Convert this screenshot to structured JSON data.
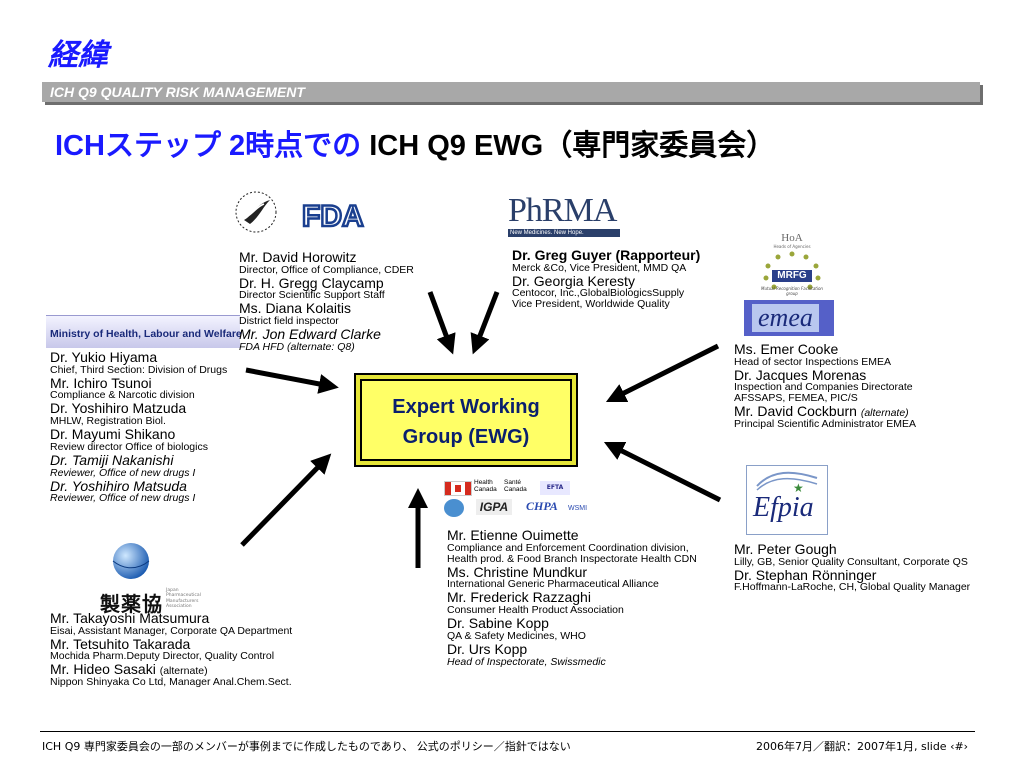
{
  "header": {
    "kanji_title": "経緯",
    "banner": "ICH Q9 QUALITY RISK MANAGEMENT",
    "title_blue": "ICHステップ 2時点での",
    "title_black": "ICH Q9 EWG（専門家委員会）"
  },
  "center": {
    "line1": "Expert Working",
    "line2": "Group (EWG)"
  },
  "logos": {
    "fda": "FDA",
    "phrma": "PhRMA",
    "phrma_tagline": "New Medicines. New Hope.",
    "mhlw": "Ministry of Health, Labour and Welfare",
    "jpma": "製薬協",
    "jpma_small": "Japan Pharmaceutical Manufacturers Association",
    "hoa": "HoA",
    "hoa_small": "Heads of Agencies",
    "mrfg": "MRFG",
    "mrfg_small": "Mutual Recognition Facilitation group",
    "emea": "emea",
    "efpia": "Efpia",
    "health_canada": "Health Canada",
    "sante_canada": "Santé Canada",
    "efta": "EFTA",
    "igpa": "IGPA",
    "chpa": "CHPA",
    "wsmi": "WSMI"
  },
  "groups": {
    "fda": [
      {
        "name": "Mr. David Horowitz",
        "desc": "Director, Office of Compliance, CDER"
      },
      {
        "name": "Dr. H. Gregg Claycamp",
        "desc": "Director Scientific Support Staff"
      },
      {
        "name": "Ms. Diana Kolaitis",
        "desc": "District field inspector"
      },
      {
        "name": "Mr. Jon Edward Clarke",
        "desc": "FDA HFD (alternate: Q8)"
      }
    ],
    "phrma": [
      {
        "name": "Dr. Greg Guyer (Rapporteur)",
        "desc": "Merck &Co, Vice President, MMD QA"
      },
      {
        "name": "Dr. Georgia Keresty",
        "desc": "Centocor, Inc.,GlobalBiologicsSupply",
        "desc2": "Vice President, Worldwide Quality"
      }
    ],
    "mhlw": [
      {
        "name": "Dr. Yukio Hiyama",
        "desc": "Chief, Third Section: Division of Drugs"
      },
      {
        "name": "Mr. Ichiro Tsunoi",
        "desc": "Compliance & Narcotic division"
      },
      {
        "name": "Dr. Yoshihiro Matzuda",
        "desc": "MHLW, Registration Biol."
      },
      {
        "name": "Dr. Mayumi Shikano",
        "desc": "Review director Office of biologics"
      },
      {
        "name": "Dr. Tamiji Nakanishi",
        "desc": "Reviewer, Office of new drugs I"
      },
      {
        "name": "Dr. Yoshihiro Matsuda",
        "desc": "Reviewer, Office of new drugs I"
      }
    ],
    "emea": [
      {
        "name": "Ms. Emer Cooke",
        "desc": "Head of sector Inspections EMEA"
      },
      {
        "name": "Dr. Jacques Morenas",
        "desc": "Inspection and Companies Directorate",
        "desc2": "AFSSAPS, FEMEA,  PIC/S"
      },
      {
        "name": "Mr. David Cockburn",
        "alt": "(alternate)",
        "desc": "Principal Scientific Administrator EMEA"
      }
    ],
    "jpma": [
      {
        "name": "Mr. Takayoshi Matsumura",
        "desc": "Eisai, Assistant Manager, Corporate QA Department"
      },
      {
        "name": "Mr. Tetsuhito Takarada",
        "desc": "Mochida Pharm.Deputy Director, Quality Control"
      },
      {
        "name": "Mr. Hideo Sasaki",
        "alt": "(alternate)",
        "desc": "Nippon Shinyaka Co Ltd, Manager Anal.Chem.Sect."
      }
    ],
    "observers": [
      {
        "name": "Mr. Etienne Ouimette",
        "desc": "Compliance and Enforcement Coordination division,",
        "desc2": "Health prod. & Food Branch Inspectorate Health CDN"
      },
      {
        "name": "Ms. Christine Mundkur",
        "desc": "International Generic Pharmaceutical Alliance"
      },
      {
        "name": "Mr. Frederick Razzaghi",
        "desc": "Consumer Health Product Association"
      },
      {
        "name": "Dr. Sabine Kopp",
        "desc": "QA & Safety Medicines, WHO"
      },
      {
        "name": "Dr. Urs Kopp",
        "desc": "Head of Inspectorate, Swissmedic"
      }
    ],
    "efpia": [
      {
        "name": "Mr. Peter Gough",
        "desc": "Lilly, GB, Senior Quality Consultant, Corporate QS"
      },
      {
        "name": "Dr. Stephan Rönninger",
        "desc": "F.Hoffmann-LaRoche, CH, Global Quality Manager"
      }
    ]
  },
  "footer": {
    "left": "ICH Q9 専門家委員会の一部のメンバーが事例までに作成したものであり、 公式のポリシー／指針ではない",
    "right": "2006年7月／翻訳：2007年1月, slide ‹#›"
  },
  "colors": {
    "accent_blue": "#1a1aff",
    "ewg_fill": "#ffff66",
    "ewg_text": "#0a1f6e",
    "banner": "#a8a8a8"
  }
}
